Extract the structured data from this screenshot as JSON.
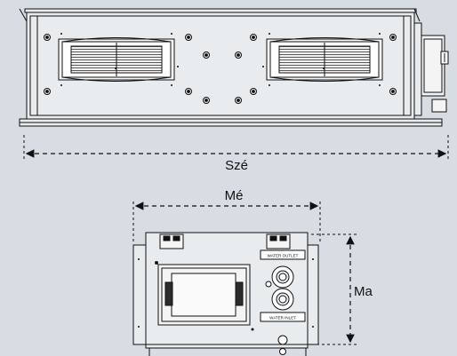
{
  "dimensions": {
    "width_label": "Szé",
    "depth_label": "Mé",
    "height_label": "Ma"
  },
  "front_view": {
    "water_outlet_label": "WATER OUTLET",
    "water_inlet_label": "WATER INLET"
  },
  "colors": {
    "background": "#d8dde3",
    "line": "#111111",
    "body_fill": "#e9ecef",
    "dark_fill": "#2b2b2b"
  }
}
